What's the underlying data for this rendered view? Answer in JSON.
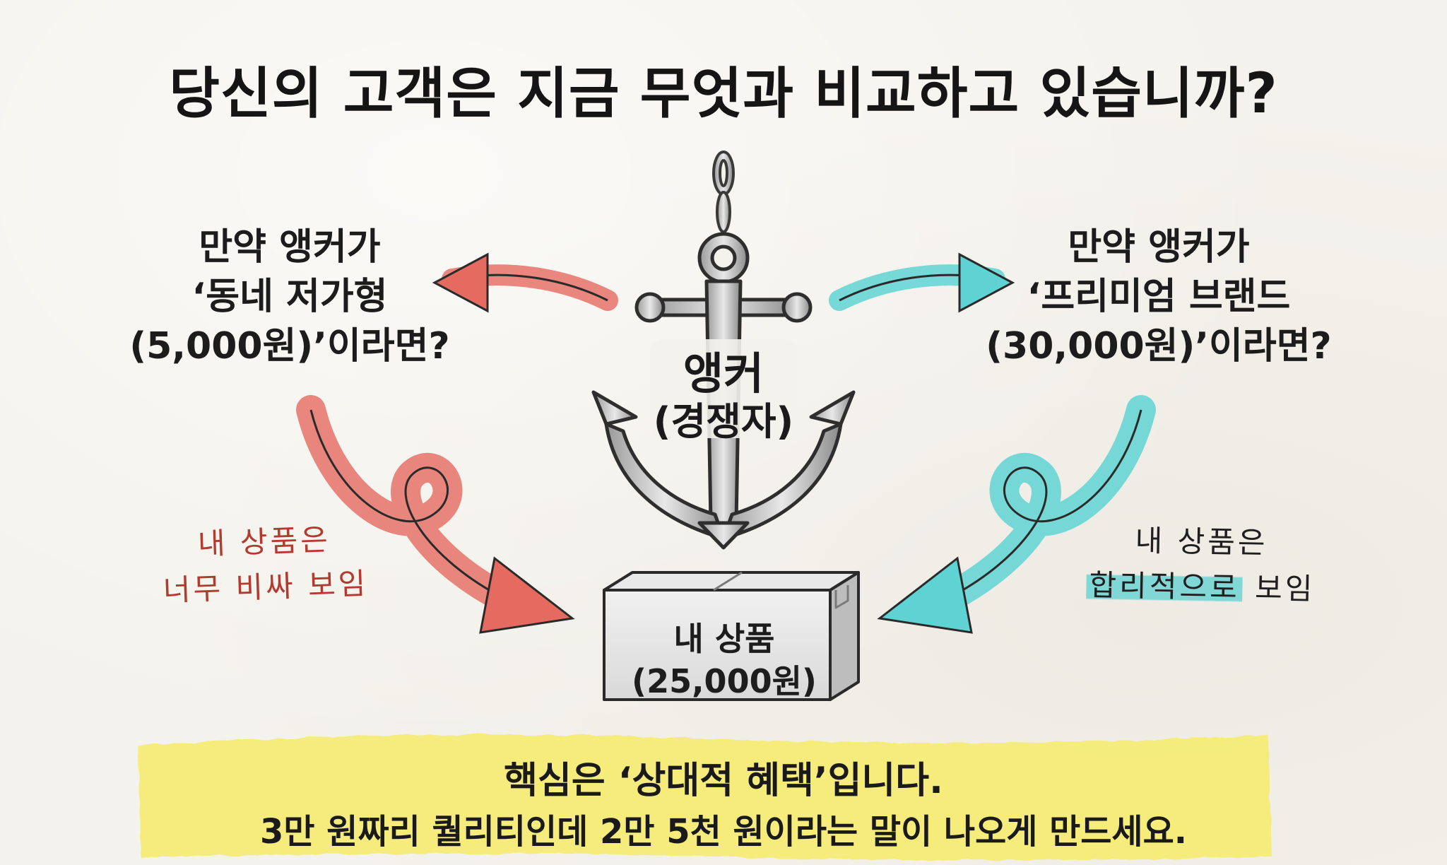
{
  "title": "당신의 고객은 지금 무엇과 비교하고 있습니까?",
  "anchor": {
    "label": "앵커",
    "sublabel": "(경쟁자)",
    "icon": "anchor-icon"
  },
  "left_scenario": {
    "line1": "만약 앵커가",
    "line2": "‘동네 저가형",
    "line3": "(5,000원)’이라면?",
    "result_line1": "내 상품은",
    "result_line2": "너무 비싸 보임",
    "color": "#e25c52"
  },
  "right_scenario": {
    "line1": "만약 앵커가",
    "line2": "‘프리미엄 브랜드",
    "line3": "(30,000원)’이라면?",
    "result_line1": "내 상품은",
    "result_line2_highlight": "합리적으로",
    "result_line2_rest": " 보임",
    "color": "#4fcfcf"
  },
  "product": {
    "label": "내 상품",
    "price": "(25,000원)",
    "icon": "box-icon"
  },
  "conclusion": {
    "line1": "핵심은 ‘상대적 혜택’입니다.",
    "line2": "3만 원짜리 퀄리티인데 2만 5천 원이라는 말이 나오게 만드세요.",
    "highlight_color": "#f6ec6a"
  }
}
